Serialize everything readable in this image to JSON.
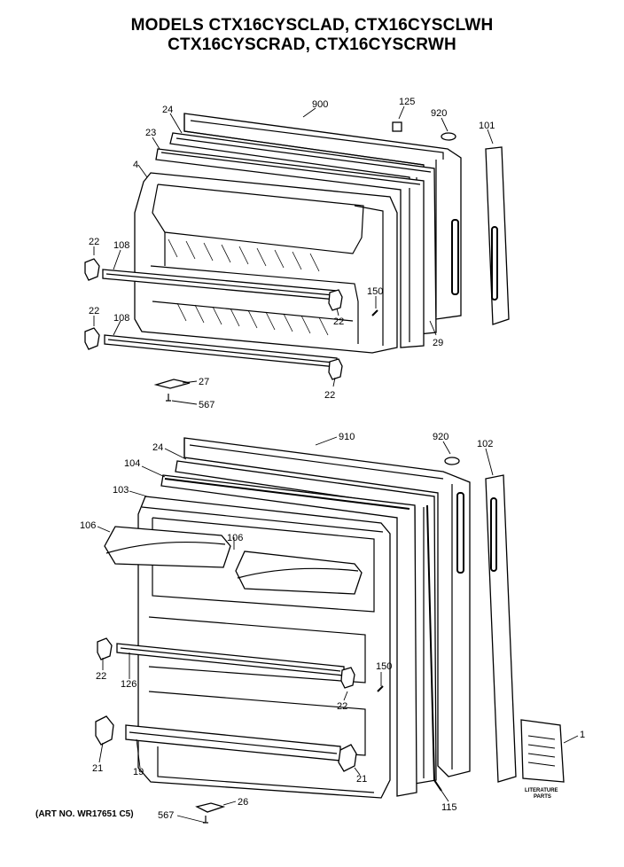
{
  "title": {
    "line1": "MODELS CTX16CYSCLAD, CTX16CYSCLWH",
    "line2": "CTX16CYSCRAD, CTX16CYSCRWH"
  },
  "art_number": "(ART NO. WR17651 C5)",
  "literature": {
    "line1": "LITERATURE",
    "line2": "PARTS"
  },
  "callouts": {
    "upper": {
      "c900": "900",
      "c125": "125",
      "c920": "920",
      "c101": "101",
      "c24": "24",
      "c23": "23",
      "c4": "4",
      "c22a": "22",
      "c108a": "108",
      "c150": "150",
      "c22b": "22",
      "c22c": "22",
      "c108b": "108",
      "c29": "29",
      "c22d": "22",
      "c27": "27",
      "c567": "567"
    },
    "lower": {
      "c910": "910",
      "c920": "920",
      "c102": "102",
      "c24": "24",
      "c104": "104",
      "c103": "103",
      "c106a": "106",
      "c106b": "106",
      "c22a": "22",
      "c126": "126",
      "c150": "150",
      "c22b": "22",
      "c21a": "21",
      "c19": "19",
      "c21b": "21",
      "c115": "115",
      "c1": "1",
      "c26": "26",
      "c567": "567"
    }
  }
}
